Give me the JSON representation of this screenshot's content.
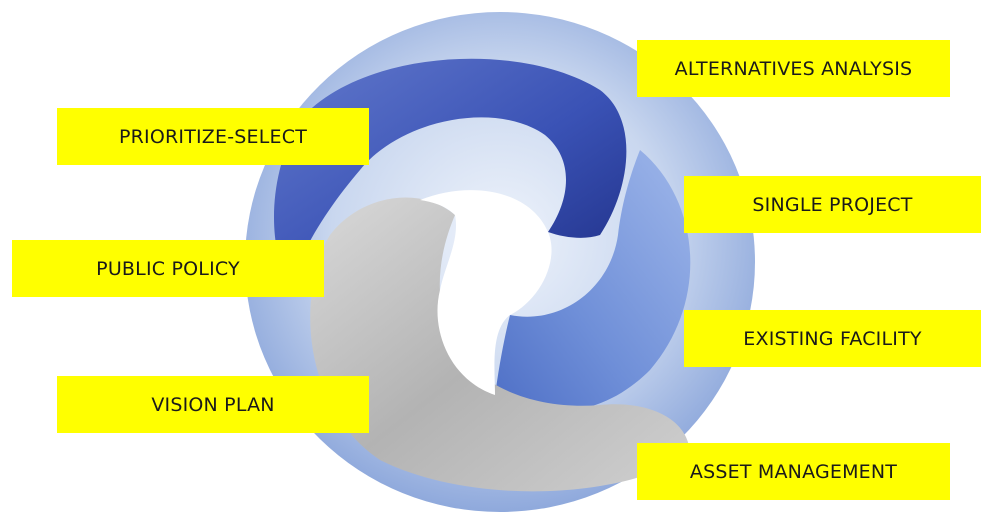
{
  "labels": {
    "prioritize_select": "PRIORITIZE-SELECT",
    "public_policy": "PUBLIC POLICY",
    "vision_plan": "VISION PLAN",
    "alternatives_analysis": "ALTERNATIVES ANALYSIS",
    "single_project": "SINGLE PROJECT",
    "existing_facility": "EXISTING FACILITY",
    "asset_management": "ASSET MANAGEMENT"
  },
  "colors": {
    "label_background": "#ffff00",
    "swirl_dark_blue": "#2f45a6",
    "swirl_mid_blue": "#6f8fd8",
    "swirl_light_blue": "#c9d7ef",
    "swirl_gray": "#b8b8b8"
  }
}
